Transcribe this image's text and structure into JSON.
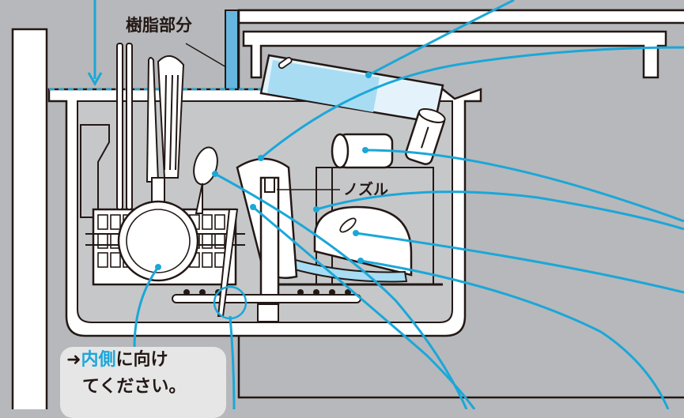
{
  "labels": {
    "resin_part": "樹脂部分",
    "nozzle": "ノズル"
  },
  "note": {
    "arrow": "➜",
    "accent": "内側",
    "rest": "に向け",
    "line2": "てください。"
  },
  "colors": {
    "background": "#b7b8bb",
    "tub": "#c6c7c9",
    "leader_blue": "#1ba7d8",
    "light_blue": "#a8dcf2",
    "outline": "#231815",
    "white": "#ffffff"
  }
}
